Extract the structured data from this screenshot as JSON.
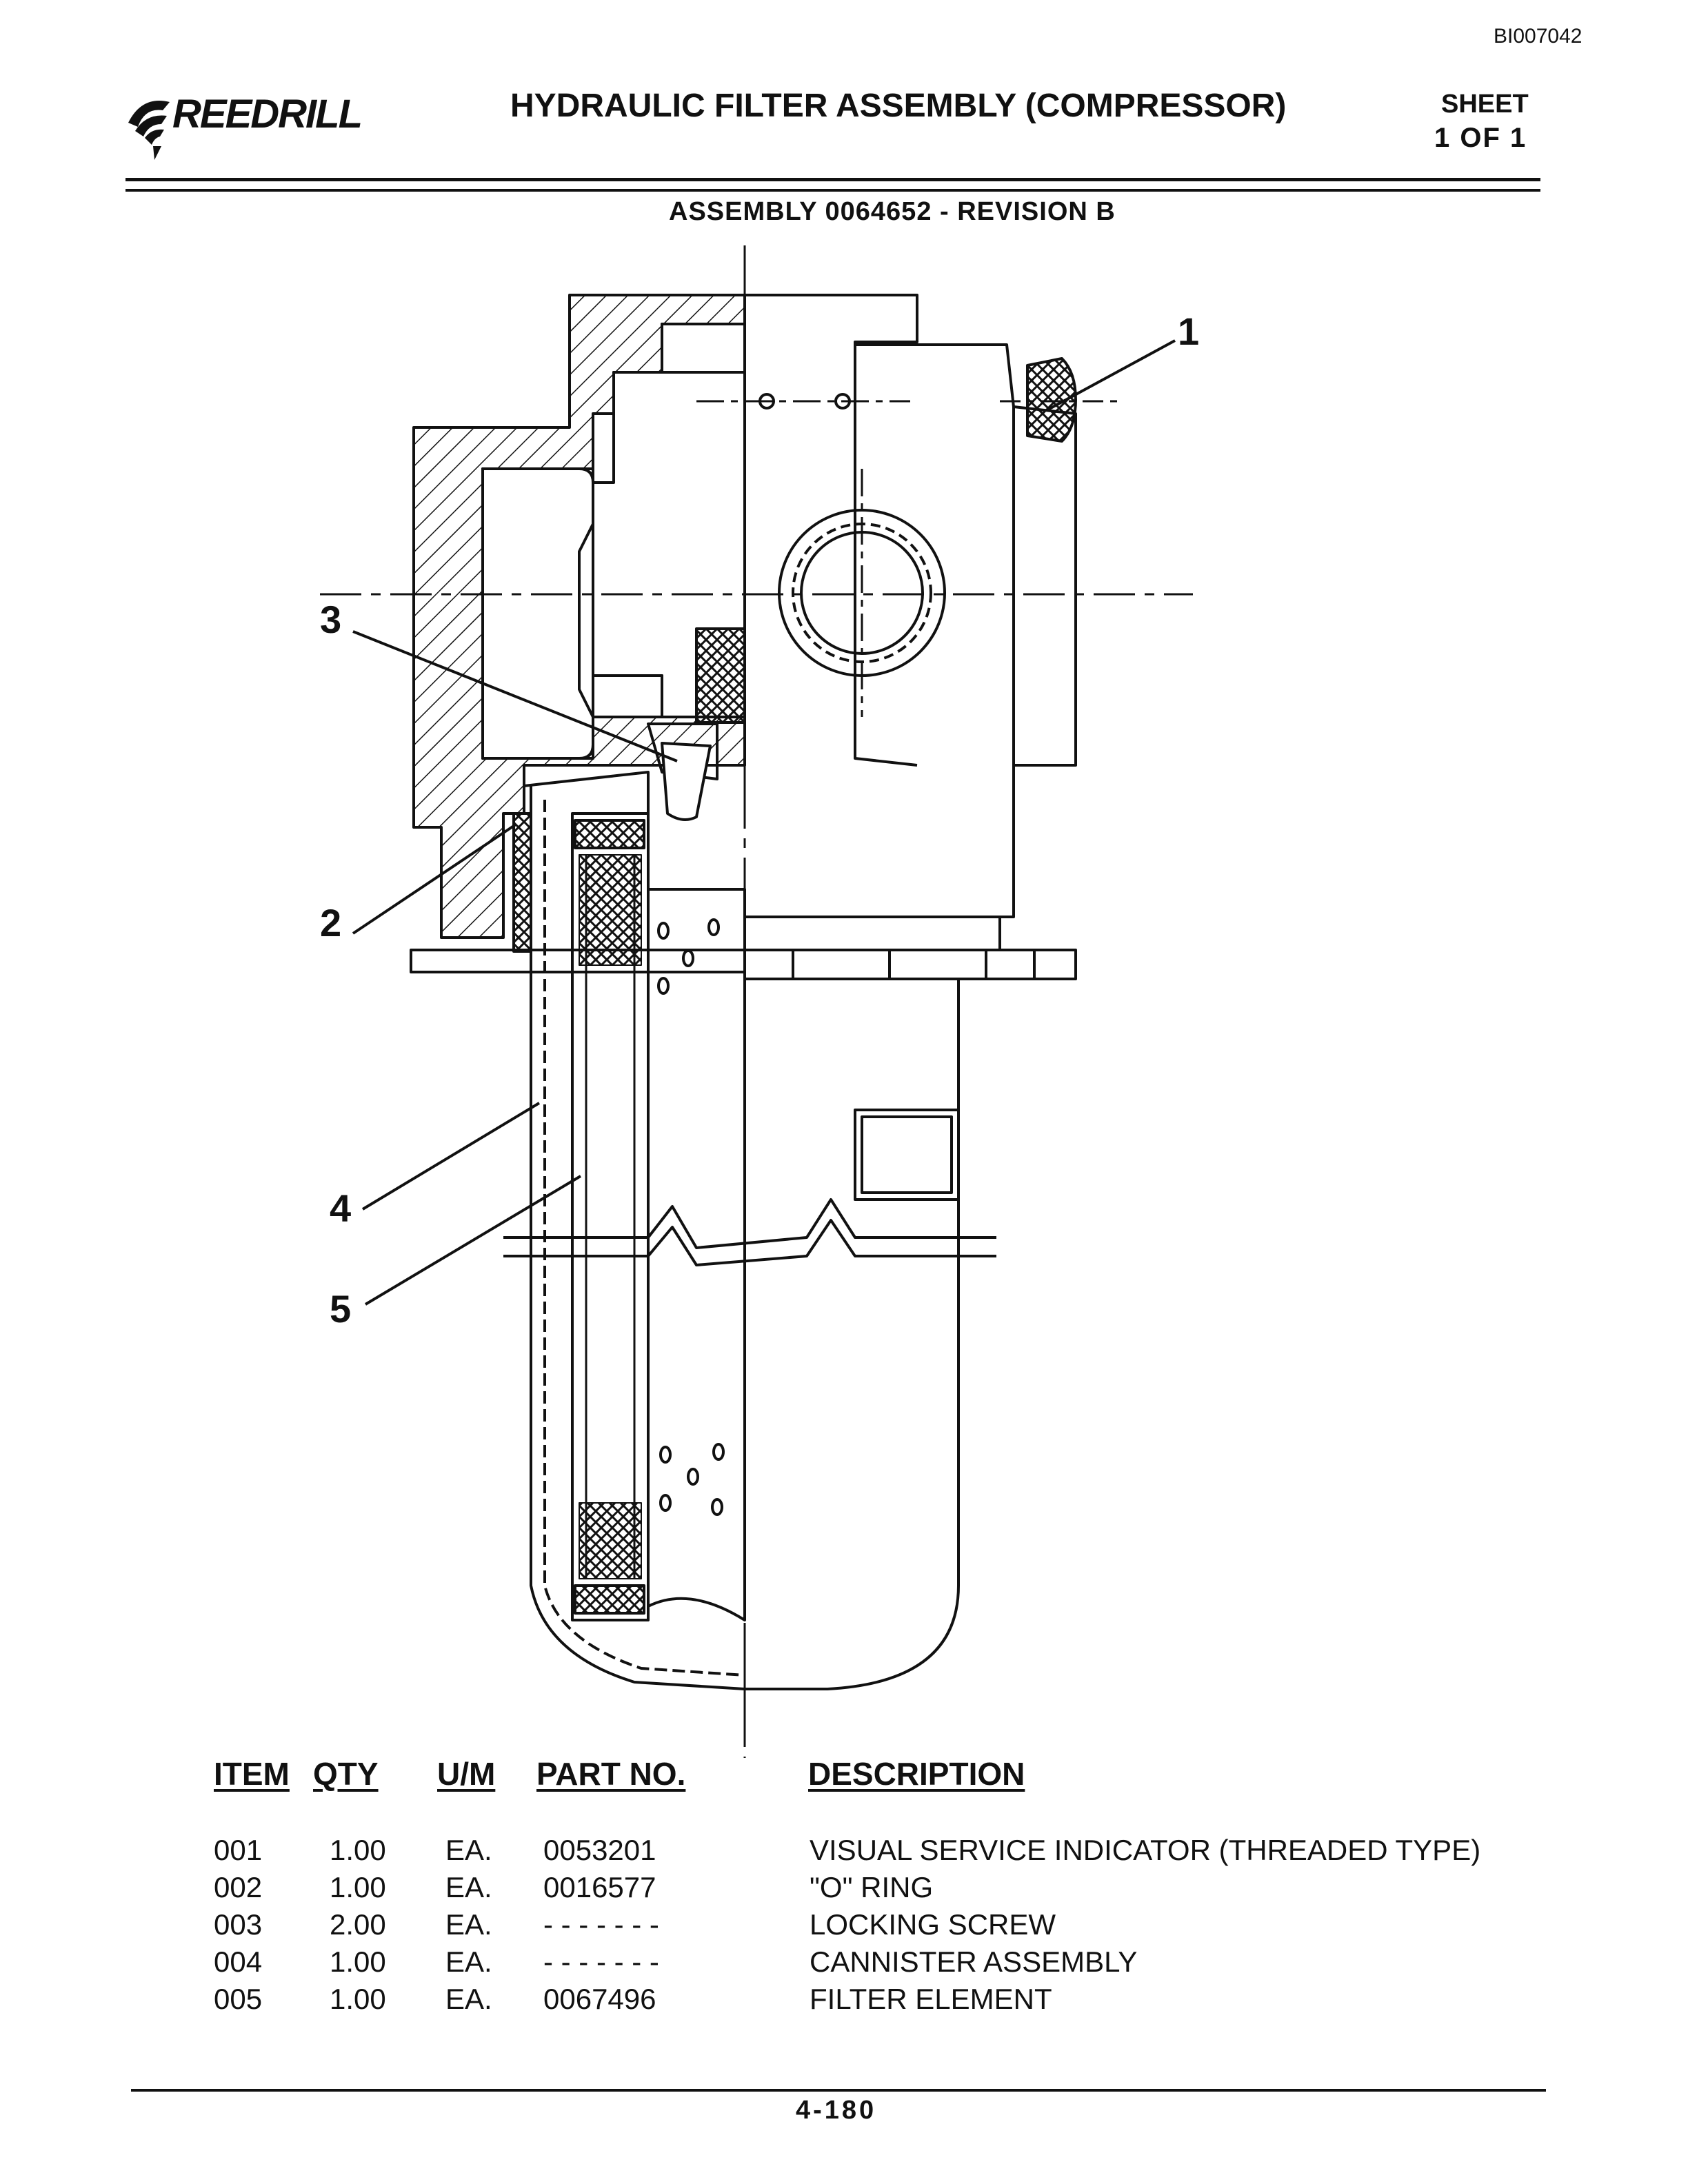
{
  "header": {
    "doc_id": "BI007042",
    "logo_text": "REEDRILL",
    "title": "HYDRAULIC FILTER ASSEMBLY (COMPRESSOR)",
    "sheet_label": "SHEET",
    "sheet_value": "1 OF 1"
  },
  "assembly_line": "ASSEMBLY 0064652 - REVISION B",
  "callouts": [
    "1",
    "2",
    "3",
    "4",
    "5"
  ],
  "table": {
    "headers": {
      "item": "ITEM",
      "qty": "QTY",
      "um": "U/M",
      "part_no": "PART NO.",
      "description": "DESCRIPTION"
    },
    "rows": [
      {
        "item": "001",
        "qty": "1.00",
        "um": "EA.",
        "part_no": "0053201",
        "description": "VISUAL SERVICE INDICATOR (THREADED TYPE)"
      },
      {
        "item": "002",
        "qty": "1.00",
        "um": "EA.",
        "part_no": "0016577",
        "description": "\"O\" RING"
      },
      {
        "item": "003",
        "qty": "2.00",
        "um": "EA.",
        "part_no": "- - - - - - -",
        "description": "LOCKING SCREW"
      },
      {
        "item": "004",
        "qty": "1.00",
        "um": "EA.",
        "part_no": "- - - - - - -",
        "description": "CANNISTER ASSEMBLY"
      },
      {
        "item": "005",
        "qty": "1.00",
        "um": "EA.",
        "part_no": "0067496",
        "description": "FILTER ELEMENT"
      }
    ]
  },
  "footer": {
    "page_number": "4-180"
  }
}
